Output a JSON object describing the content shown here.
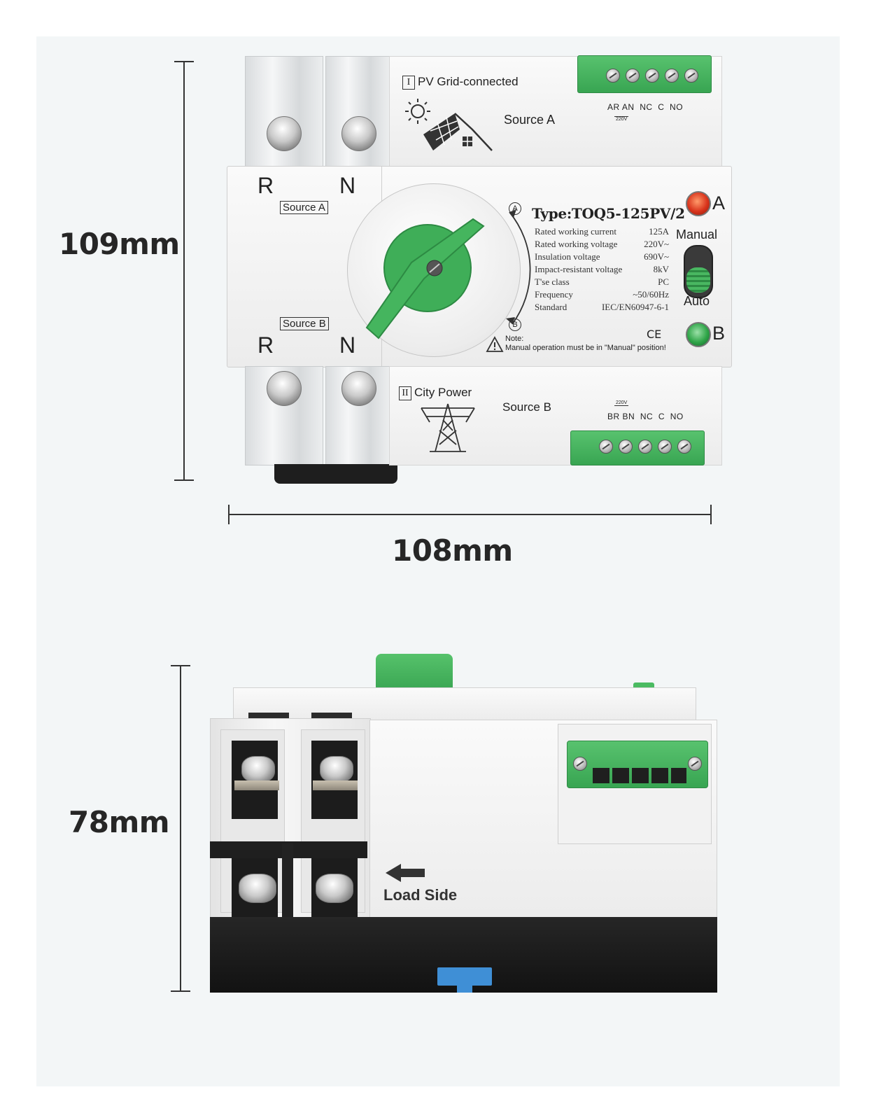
{
  "dimensions": {
    "height": "109mm",
    "width": "108mm",
    "depth": "78mm"
  },
  "front": {
    "source_a_section": {
      "numeral": "I",
      "title": "PV Grid-connected",
      "label": "Source A"
    },
    "source_b_section": {
      "numeral": "II",
      "title": "City Power",
      "label": "Source B"
    },
    "terminal_a_labels": [
      "AR",
      "AN",
      "NC",
      "C",
      "NO"
    ],
    "terminal_a_voltage": "220V",
    "terminal_b_labels": [
      "BR",
      "BN",
      "NC",
      "C",
      "NO"
    ],
    "terminal_b_voltage": "220V",
    "phase_top": [
      "R",
      "N"
    ],
    "phase_bottom": [
      "R",
      "N"
    ],
    "source_a_tag": "Source A",
    "source_b_tag": "Source B",
    "pos_a_mark": "A",
    "pos_b_mark": "B",
    "type_label": "Type:TOQ5-125PV/2",
    "specs": [
      {
        "key": "Rated working current",
        "value": "125A"
      },
      {
        "key": "Rated working voltage",
        "value": "220V~"
      },
      {
        "key": "Insulation voltage",
        "value": "690V~"
      },
      {
        "key": "Impact-resistant voltage",
        "value": "8kV"
      },
      {
        "key": "T'se class",
        "value": "PC"
      },
      {
        "key": "Frequency",
        "value": "~50/60Hz"
      },
      {
        "key": "Standard",
        "value": "IEC/EN60947-6-1"
      }
    ],
    "note_title": "Note:",
    "note_text": "Manual operation must be in \"Manual\" position!",
    "ce_mark": "CE",
    "indicator_a": "A",
    "indicator_b": "B",
    "mode_manual": "Manual",
    "mode_auto": "Auto",
    "colors": {
      "green": "#3fae58",
      "led_a": "#d9341c",
      "led_b": "#2fa548"
    }
  },
  "side": {
    "load_side_label": "Load Side"
  }
}
